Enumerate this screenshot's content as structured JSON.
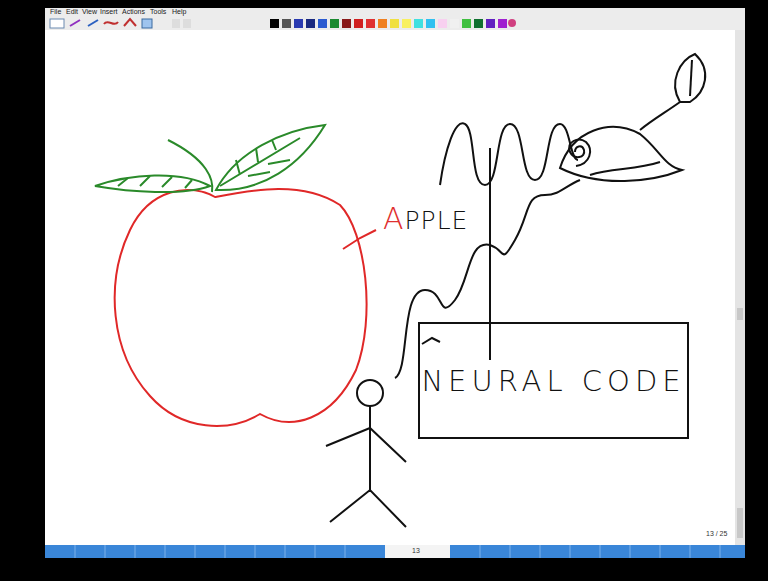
{
  "diagram": {
    "nodes": [
      {
        "text": [
          "NEURAL CODE"
        ]
      }
    ],
    "labels": [
      "File",
      "Edit",
      "View",
      "Insert",
      "Actions",
      "Tools",
      "Help",
      "APPLE",
      "13",
      "13 / 25"
    ]
  }
}
